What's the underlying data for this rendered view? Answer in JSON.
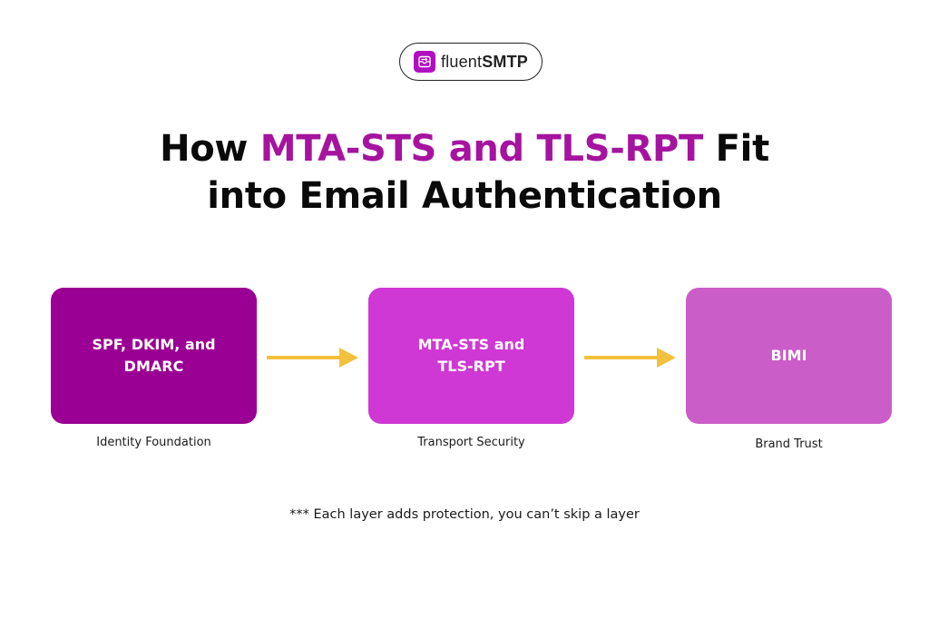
{
  "logo": {
    "text_light": "fluent",
    "text_bold": "SMTP",
    "icon": "envelope-icon",
    "brand_color": "#b00ec0"
  },
  "heading": {
    "line1_before": "How ",
    "line1_highlight": "MTA-STS and TLS-RPT",
    "line1_after": " Fit",
    "line2": "into Email Authentication",
    "highlight_color": "#a5139f"
  },
  "stages": [
    {
      "label": "SPF, DKIM, and\nDMARC",
      "caption": "Identity Foundation",
      "color": "#9a0093"
    },
    {
      "label": "MTA-STS and\nTLS-RPT",
      "caption": "Transport Security",
      "color": "#cf38d4"
    },
    {
      "label": "BIMI",
      "caption": "Brand Trust",
      "color": "#cb5dc8"
    }
  ],
  "arrows": {
    "icon": "arrow-right-icon",
    "color": "#f2c13d"
  },
  "footnote": "*** Each layer adds protection, you can’t skip a layer"
}
